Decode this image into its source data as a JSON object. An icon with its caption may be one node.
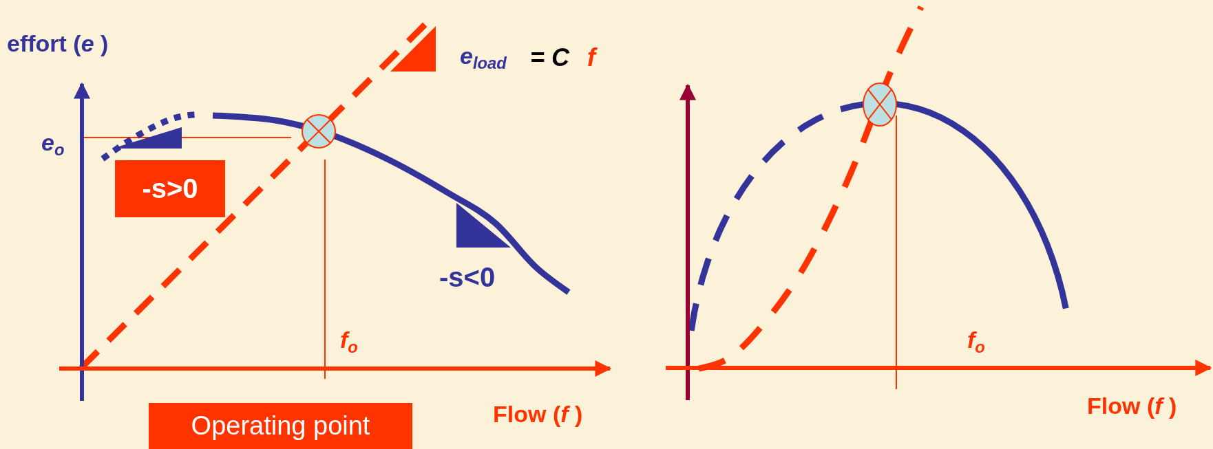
{
  "diagram": {
    "nodes": [
      {
        "text": [
          "-s>0"
        ]
      },
      {
        "text": [
          "Operating point"
        ]
      }
    ],
    "labels": [
      "effort (*e* )",
      "e$_{load}$",
      "= C",
      "f",
      "e$_{o}$",
      "-s<0",
      "f$_{o}$",
      "Flow (*f* )",
      "f$_{o}$",
      "Flow (*f* )"
    ]
  }
}
